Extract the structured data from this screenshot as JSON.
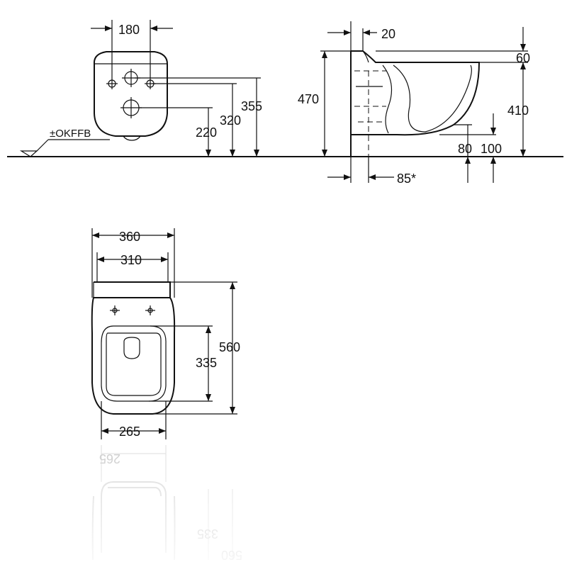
{
  "dimensions": {
    "front": {
      "width_between_holes": "180",
      "height_top": "355",
      "height_mid": "320",
      "height_low": "220",
      "floor_label": "±OKFFB"
    },
    "side": {
      "back_offset": "20",
      "total_height": "470",
      "rim_drop": "60",
      "rim_height": "410",
      "outlet_80": "80",
      "outlet_100": "100",
      "outlet_offset": "85*"
    },
    "top": {
      "outer_width": "360",
      "inner_width": "310",
      "seat_width": "265",
      "depth": "560",
      "seat_depth": "335"
    },
    "reflection": {
      "seat_width": "265",
      "seat_depth": "335",
      "depth": "560"
    }
  },
  "colors": {
    "line": "#111111",
    "background": "#ffffff",
    "reflection": "#dddddd"
  }
}
